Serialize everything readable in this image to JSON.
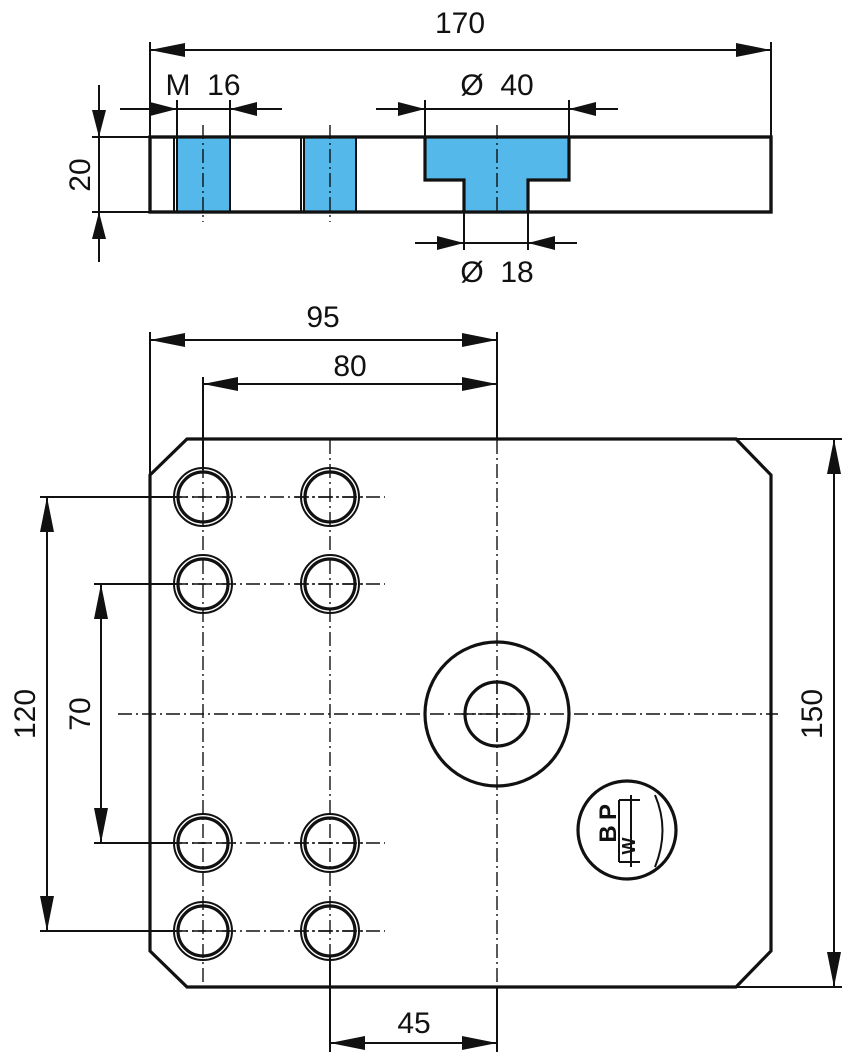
{
  "drawing": {
    "colors": {
      "fill": "#55b8ea",
      "line": "#111111",
      "hole": "#ffffff"
    },
    "section_view": {
      "overall_width": "170",
      "thickness": "20",
      "thread": "M  16",
      "counterbore_diameter": "Ø  40",
      "bore_diameter": "Ø  18"
    },
    "plan_view": {
      "center_offset": "95",
      "hole_offset": "80",
      "outer_hole_spacing": "120",
      "inner_hole_spacing": "70",
      "overall_height": "150",
      "hole_to_center": "45"
    },
    "logo": {
      "text_top": "B",
      "text_mid": "P",
      "text_low": "W"
    }
  }
}
